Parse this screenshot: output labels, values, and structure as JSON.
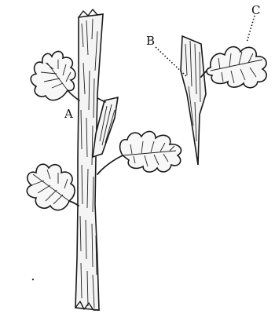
{
  "figure": {
    "labels": {
      "a": "A",
      "b": "B",
      "c": "C"
    }
  }
}
